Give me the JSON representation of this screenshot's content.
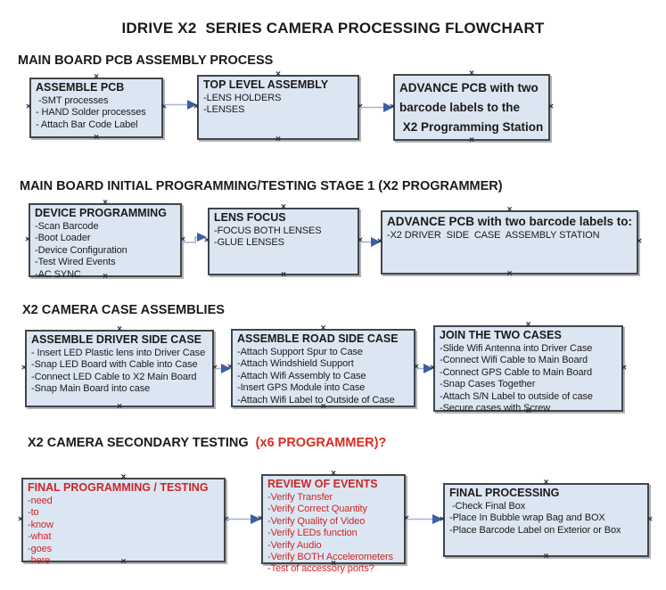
{
  "title": "IDRIVE X2  SERIES CAMERA PROCESSING FLOWCHART",
  "colors": {
    "box-fill": "#dce6f2",
    "box-border": "#40464e",
    "text": "#1a1a1a",
    "red": "#cb2727",
    "heading-red": "#da2c20",
    "arrow-line": "#a3b4d4",
    "arrow-head": "#3a5fa8",
    "marker": "#262c38",
    "shadow": "#b3b3b3",
    "background": "#ffffff"
  },
  "sections": [
    {
      "heading": "MAIN BOARD PCB ASSEMBLY PROCESS",
      "boxes": [
        {
          "title": "ASSEMBLE PCB",
          "items": [
            " -SMT processes",
            "- HAND Solder processes",
            "- Attach Bar Code Label"
          ]
        },
        {
          "title": "TOP LEVEL ASSEMBLY",
          "items": [
            "-LENS HOLDERS",
            "-LENSES"
          ]
        },
        {
          "lines": [
            "ADVANCE PCB with two",
            "barcode labels to the",
            " X2 Programming Station"
          ]
        }
      ]
    },
    {
      "heading": "MAIN BOARD INITIAL PROGRAMMING/TESTING STAGE 1 (X2 PROGRAMMER)",
      "boxes": [
        {
          "title": "DEVICE PROGRAMMING",
          "items": [
            "-Scan Barcode",
            "-Boot Loader",
            "-Device Configuration",
            "-Test Wired Events",
            "-AC SYNC"
          ]
        },
        {
          "title": "LENS FOCUS",
          "items": [
            "-FOCUS BOTH LENSES",
            "-GLUE LENSES"
          ]
        },
        {
          "title": "ADVANCE PCB with two barcode labels to:",
          "items": [
            "-X2 DRIVER  SIDE  CASE  ASSEMBLY STATION"
          ]
        }
      ]
    },
    {
      "heading": "X2 CAMERA CASE ASSEMBLIES",
      "boxes": [
        {
          "title": "ASSEMBLE DRIVER SIDE CASE",
          "items": [
            "- Insert LED Plastic lens into Driver Case",
            "-Snap LED Board with Cable into Case",
            "-Connect LED Cable to X2 Main Board",
            "-Snap Main Board into case"
          ]
        },
        {
          "title": "ASSEMBLE ROAD SIDE CASE",
          "items": [
            "-Attach Support Spur to Case",
            "-Attach Windshield Support",
            "-Attach Wifi Assembly to Case",
            "-Insert GPS Module into Case",
            "-Attach Wifi Label to Outside of Case"
          ]
        },
        {
          "title": "JOIN THE TWO CASES",
          "items": [
            "-Slide Wifi Antenna into Driver Case",
            "-Connect Wifi Cable to Main Board",
            "-Connect GPS Cable to Main Board",
            "-Snap Cases Together",
            "-Attach S/N Label to outside of case",
            "-Secure cases with Screw"
          ]
        }
      ]
    },
    {
      "heading": "X2 CAMERA SECONDARY TESTING  ",
      "heading_red": "(x6 PROGRAMMER)?",
      "boxes": [
        {
          "title": "FINAL PROGRAMMING / TESTING",
          "items": [
            "-need",
            "-to",
            "-know",
            "-what",
            "-goes",
            "-here"
          ]
        },
        {
          "title": "REVIEW OF EVENTS",
          "items": [
            "-Verify Transfer",
            "-Verify Correct Quantity",
            "-Verify Quality of Video",
            "-Verify LEDs function",
            "-Verify Audio",
            "-Verify BOTH Accelerometers",
            "-Test of accessory ports?"
          ]
        },
        {
          "title": "FINAL PROCESSING",
          "items": [
            " -Check Final Box",
            "-Place In Bubble wrap Bag and BOX",
            "-Place Barcode Label on Exterior or Box"
          ]
        }
      ]
    }
  ]
}
